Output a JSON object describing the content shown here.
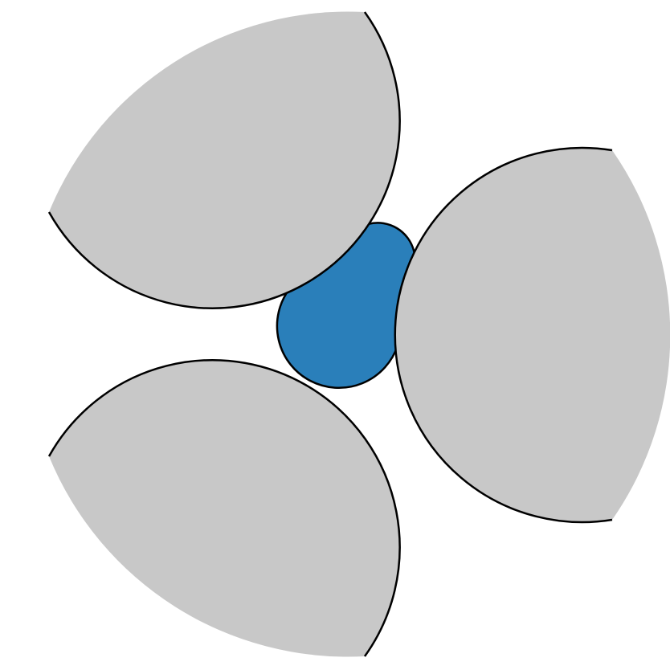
{
  "diagram": {
    "shapes": [
      {
        "name": "lobe-top-left",
        "fill": "#c8c8c8",
        "stroke": "#000000"
      },
      {
        "name": "lobe-right",
        "fill": "#c8c8c8",
        "stroke": "#000000"
      },
      {
        "name": "lobe-bottom-left",
        "fill": "#c8c8c8",
        "stroke": "#000000"
      },
      {
        "name": "center-blob",
        "fill": "#2a7fba",
        "stroke": "#000000"
      }
    ]
  }
}
